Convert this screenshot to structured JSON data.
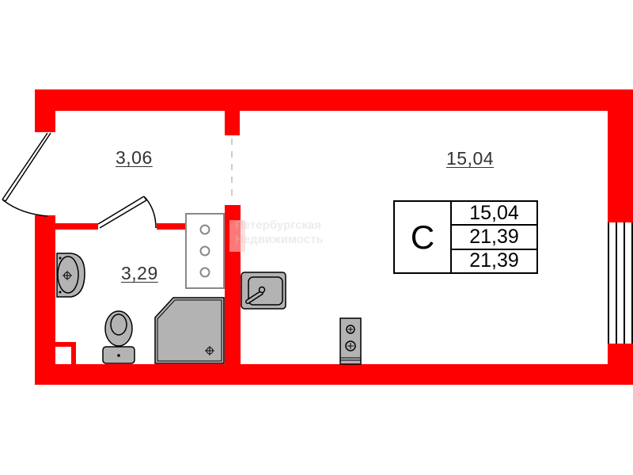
{
  "plan": {
    "title": "Studio apartment floor plan",
    "wall_color": "#ff0000",
    "fixture_fill": "#b3b3b3",
    "rooms": [
      {
        "id": "hallway",
        "area": "3,06"
      },
      {
        "id": "bathroom",
        "area": "3,29"
      },
      {
        "id": "living-room",
        "area": "15,04"
      }
    ],
    "legend": {
      "type_letter": "С",
      "living_area": "15,04",
      "total_area": "21,39",
      "total_area_with_balcony": "21,39"
    },
    "watermark": {
      "line1": "Петербургская",
      "line2": "Недвижимость"
    }
  }
}
